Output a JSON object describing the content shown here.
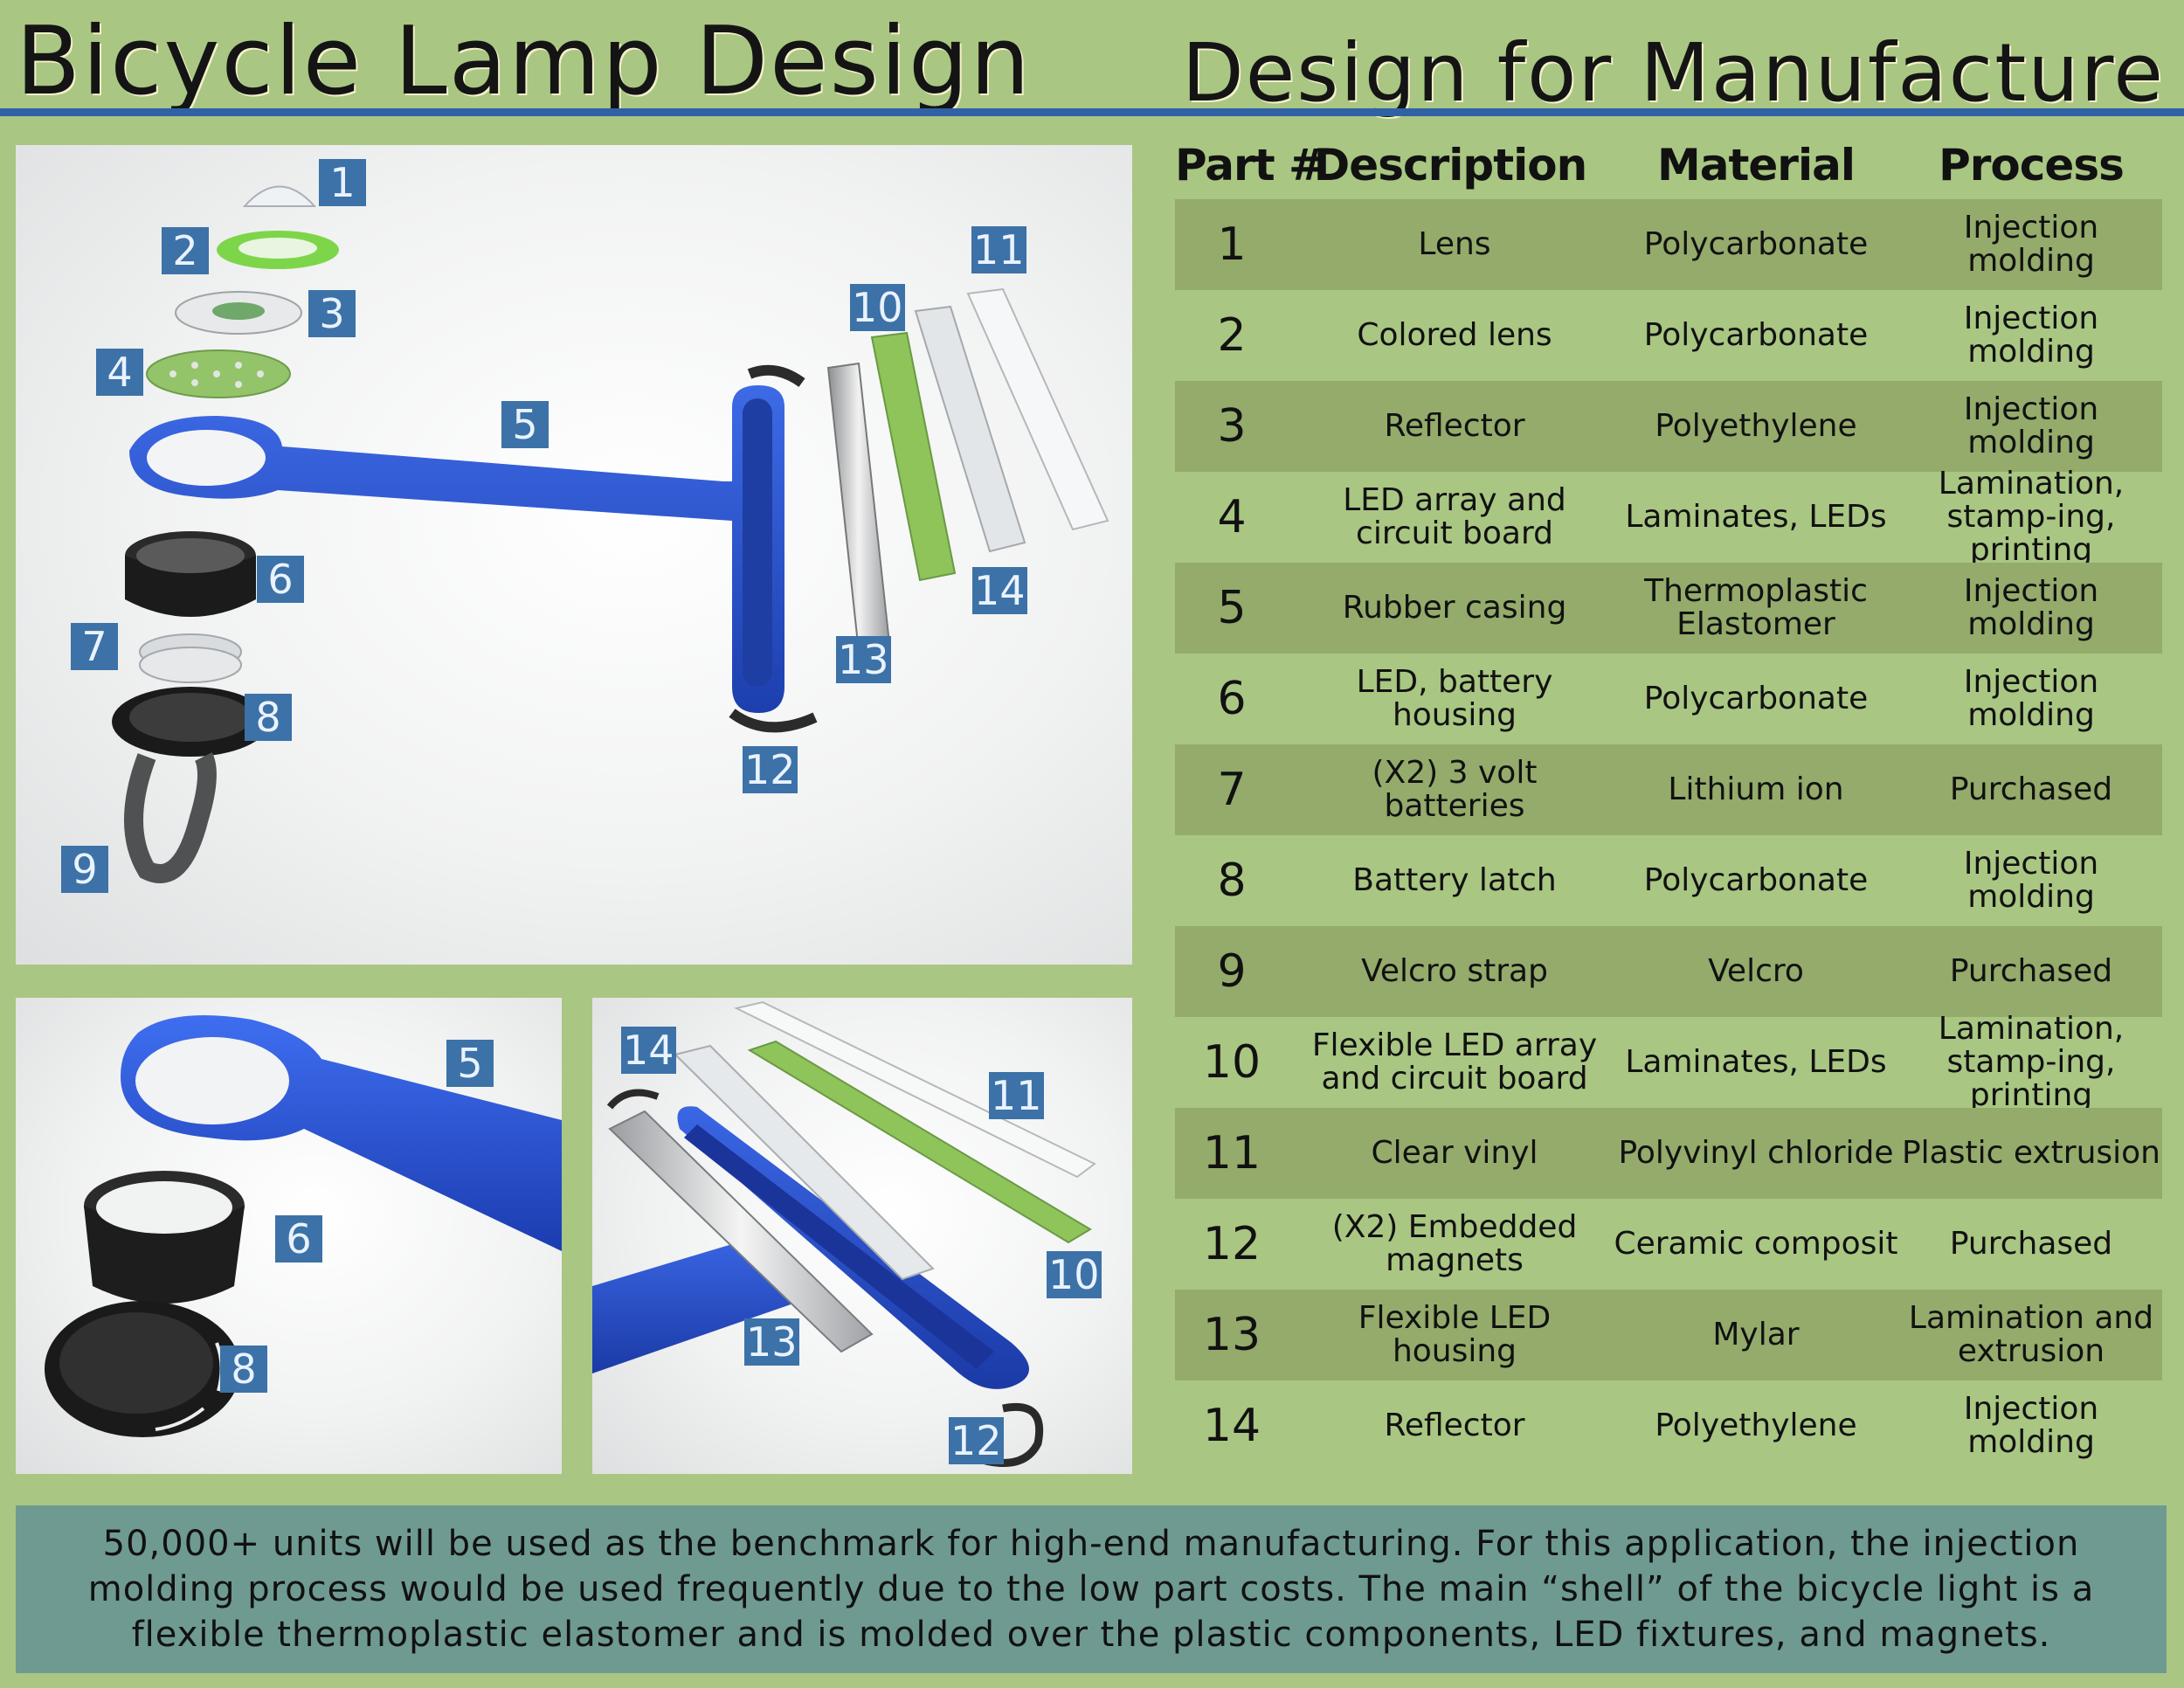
{
  "titles": {
    "left": "Bicycle Lamp Design",
    "right": "Design for Manufacture"
  },
  "table": {
    "headers": [
      "Part #",
      "Description",
      "Material",
      "Process"
    ],
    "rows": [
      {
        "part": "1",
        "description": "Lens",
        "material": "Polycarbonate",
        "process": "Injection molding"
      },
      {
        "part": "2",
        "description": "Colored lens",
        "material": "Polycarbonate",
        "process": "Injection molding"
      },
      {
        "part": "3",
        "description": "Reflector",
        "material": "Polyethylene",
        "process": "Injection molding"
      },
      {
        "part": "4",
        "description": "LED array and circuit board",
        "material": "Laminates, LEDs",
        "process": "Lamination, stamp-ing, printing"
      },
      {
        "part": "5",
        "description": "Rubber casing",
        "material": "Thermoplastic Elastomer",
        "process": "Injection molding"
      },
      {
        "part": "6",
        "description": "LED, battery housing",
        "material": "Polycarbonate",
        "process": "Injection molding"
      },
      {
        "part": "7",
        "description": "(X2) 3 volt batteries",
        "material": "Lithium ion",
        "process": "Purchased"
      },
      {
        "part": "8",
        "description": "Battery latch",
        "material": "Polycarbonate",
        "process": "Injection molding"
      },
      {
        "part": "9",
        "description": "Velcro strap",
        "material": "Velcro",
        "process": "Purchased"
      },
      {
        "part": "10",
        "description": "Flexible LED array and circuit board",
        "material": "Laminates, LEDs",
        "process": "Lamination, stamp-ing, printing"
      },
      {
        "part": "11",
        "description": "Clear vinyl",
        "material": "Polyvinyl chloride",
        "process": "Plastic extrusion"
      },
      {
        "part": "12",
        "description": "(X2) Embedded magnets",
        "material": "Ceramic composit",
        "process": "Purchased"
      },
      {
        "part": "13",
        "description": "Flexible LED housing",
        "material": "Mylar",
        "process": "Lamination and extrusion"
      },
      {
        "part": "14",
        "description": "Reflector",
        "material": "Polyethylene",
        "process": "Injection molding"
      }
    ]
  },
  "callouts": {
    "main": [
      "1",
      "2",
      "3",
      "4",
      "5",
      "6",
      "7",
      "8",
      "9",
      "10",
      "11",
      "12",
      "13",
      "14"
    ],
    "bottom_left": [
      "5",
      "6",
      "8"
    ],
    "bottom_right": [
      "14",
      "11",
      "10",
      "13",
      "12"
    ]
  },
  "summary": "50,000+ units will be used as the benchmark for high-end manufacturing. For this application, the injection molding process would be used frequently due to the low part costs. The main “shell” of the bicycle light is a flexible thermoplastic elastomer and is molded over the plastic components, LED fixtures, and magnets.",
  "colors": {
    "background": "#a9c683",
    "title_rule": "#2f62a5",
    "row_stripe": "#94ab6b",
    "callout_box": "#3c72a7",
    "summary_box": "#6f9a91",
    "casing_blue": "#2a52c9",
    "pcb_green": "#8ec45a"
  }
}
